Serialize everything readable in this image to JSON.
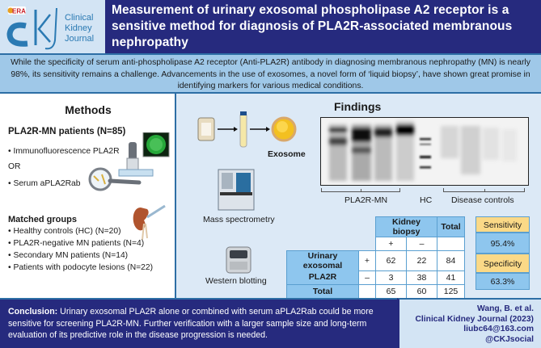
{
  "header": {
    "logo": {
      "badge": "ERA",
      "monogram": "ckj",
      "lines": [
        "Clinical",
        "Kidney",
        "Journal"
      ]
    },
    "title": "Measurement of urinary exosomal phospholipase A2 receptor is a sensitive method for diagnosis of PLA2R-associated membranous nephropathy"
  },
  "intro": {
    "text": "While the specificity of serum anti-phospholipase A2 receptor (Anti-PLA2R) antibody in diagnosing membranous nephropathy (MN) is nearly 98%, its sensitivity remains a challenge. Advancements in the use of exosomes, a novel form of ‘liquid biopsy’, have shown great promise in identifying markers for various medical conditions."
  },
  "methods": {
    "title": "Methods",
    "cohort_title": "PLA2R-MN patients (N=85)",
    "cohort_items": [
      "• Immunofluorescence PLA2R",
      "OR",
      "• Serum aPLA2Rab"
    ],
    "matched_title": "Matched groups",
    "matched_items": [
      "• Healthy controls (HC) (N=20)",
      "• PLA2R-negative MN patients (N=4)",
      "• Secondary MN patients (N=14)",
      "• Patients with podocyte lesions (N=22)"
    ],
    "icons": [
      "microscope-icon",
      "immunofluorescence-image",
      "magnifier-icon",
      "kidney-icon"
    ]
  },
  "findings": {
    "title": "Findings",
    "workflow": {
      "exosome_label": "Exosome",
      "mass_spec_label": "Mass spectrometry",
      "western_label": "Western blotting"
    },
    "blot_groups": [
      "PLA2R-MN",
      "HC",
      "Disease controls"
    ],
    "table": {
      "col_group": "Kidney biopsy",
      "col_total": "Total",
      "col_signs": [
        "+",
        "–"
      ],
      "row_label_1": "Urinary exosomal",
      "row_label_2": "PLA2R",
      "row_signs": [
        "+",
        "–"
      ],
      "rows": [
        [
          "62",
          "22",
          "84"
        ],
        [
          "3",
          "38",
          "41"
        ]
      ],
      "total_label": "Total",
      "totals": [
        "65",
        "60",
        "125"
      ]
    },
    "metrics": {
      "sensitivity_label": "Sensitivity",
      "sensitivity_value": "95.4%",
      "specificity_label": "Specificity",
      "specificity_value": "63.3%"
    }
  },
  "footer": {
    "conclusion_label": "Conclusion:",
    "conclusion_text": " Urinary exosomal PLA2R alone or combined with serum aPLA2Rab could be more sensitive for screening PLA2R-MN. Further verification with a larger sample size and long-term evaluation of its predictive role in the disease progression is needed.",
    "citation": [
      "Wang, B. et al.",
      "Clinical Kidney Journal (2023)",
      "liubc64@163.com",
      "@CKJsocial"
    ]
  },
  "colors": {
    "navy": "#262a7e",
    "light_blue": "#9fc8e8",
    "panel_blue": "#dce9f6",
    "table_blue": "#8ec6ee",
    "metric_yellow": "#fbd987"
  }
}
